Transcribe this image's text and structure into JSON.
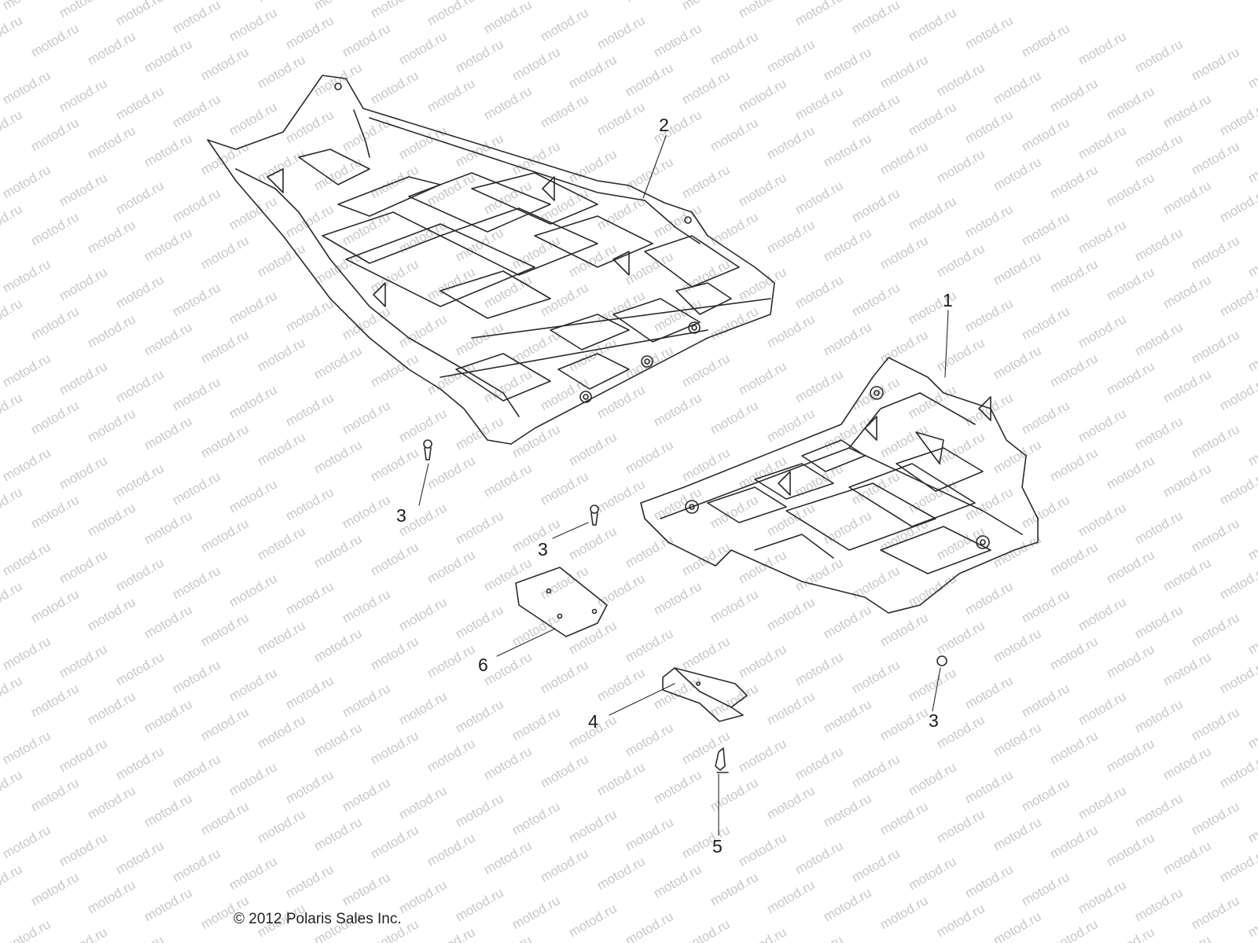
{
  "watermark_text": "motod.ru",
  "copyright": "© 2012 Polaris Sales Inc.",
  "callouts": {
    "c1": "1",
    "c2": "2",
    "c3a": "3",
    "c3b": "3",
    "c3c": "3",
    "c4": "4",
    "c5": "5",
    "c6": "6"
  },
  "colors": {
    "line": "#2a2a2a",
    "watermark": "#c8c8c8",
    "background": "#ffffff"
  }
}
